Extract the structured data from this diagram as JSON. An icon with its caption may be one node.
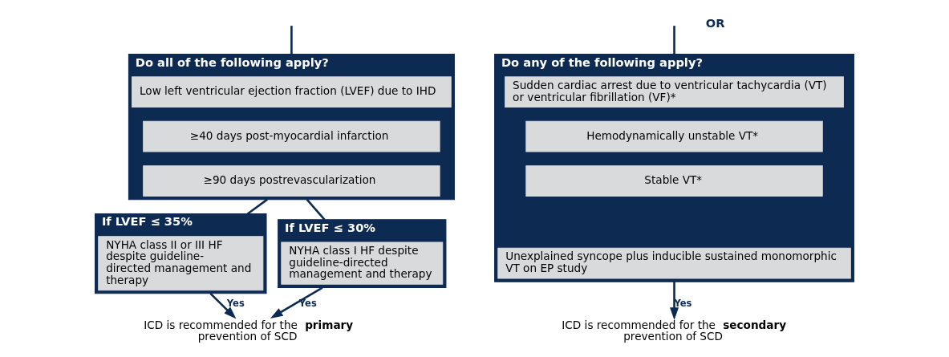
{
  "diagram": {
    "nodes": [
      {
        "text": [
          "Do all of the following apply?"
        ]
      },
      {
        "text": [
          "Low left ventricular ejection fraction (LVEF) due to IHD"
        ],
        "in": 0
      },
      {
        "text": [
          "≥40 days post-myocardial infarction"
        ],
        "in": 0
      },
      {
        "text": [
          "≥90 days postrevascularization"
        ],
        "in": 0
      },
      {
        "text": [
          "If LVEF ≤ 35%"
        ]
      },
      {
        "text": [
          "NYHA class II or III HF despite guideline-directed management and therapy"
        ],
        "in": 4
      },
      {
        "text": [
          "If LVEF ≤ 30%"
        ]
      },
      {
        "text": [
          "NYHA class I HF despite guideline-directed management and therapy"
        ],
        "in": 6
      },
      {
        "text": [
          "ICD is recommended for the **primary** prevention of SCD"
        ]
      },
      {
        "text": [
          "Do any of the following apply?"
        ]
      },
      {
        "text": [
          "Sudden cardiac arrest due to ventricular tachycardia (VT) or ventricular fibrillation (VF)*"
        ],
        "in": 9
      },
      {
        "text": [
          "Hemodynamically unstable VT*"
        ],
        "in": 9
      },
      {
        "text": [
          "Stable VT*"
        ],
        "in": 9
      },
      {
        "text": [
          "Unexplained syncope plus inducible sustained monomorphic VT on EP study"
        ],
        "in": 9
      },
      {
        "text": [
          "ICD is recommended for the **secondary** prevention of SCD"
        ]
      }
    ],
    "edges": [
      {
        "from": null,
        "to": 0,
        "arrow": "none"
      },
      {
        "from": null,
        "to": 9,
        "arrow": "none"
      },
      {
        "from": 0,
        "to": 4,
        "arrow": "none"
      },
      {
        "from": 0,
        "to": 6,
        "arrow": "none"
      },
      {
        "from": 4,
        "to": 8,
        "arrow": "to",
        "label": "Yes"
      },
      {
        "from": 6,
        "to": 8,
        "arrow": "to",
        "label": "Yes"
      },
      {
        "from": 9,
        "to": 14,
        "arrow": "to",
        "label": "Yes"
      }
    ],
    "labels": [
      "OR"
    ]
  }
}
